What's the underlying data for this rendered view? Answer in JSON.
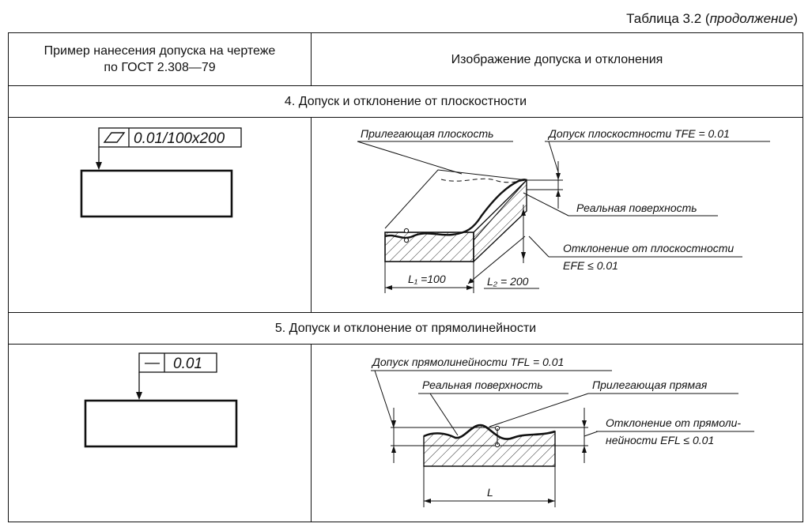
{
  "caption": {
    "prefix": "Таблица 3.2 (",
    "italic": "продолжение",
    "suffix": ")"
  },
  "table": {
    "col1_header_line1": "Пример нанесения допуска на чертеже",
    "col1_header_line2": "по ГОСТ 2.308—79",
    "col2_header": "Изображение допуска и отклонения",
    "sections": [
      {
        "title": "4. Допуск и отклонение от плоскостности",
        "tolerance_frame": {
          "value": "0.01/100x200"
        },
        "labels": {
          "adjacent": "Прилегающая плоскость",
          "tolerance": "Допуск плоскостности TFE = 0.01",
          "real": "Реальная поверхность",
          "deviation_line1": "Отклонение от плоскостности",
          "deviation_line2": "EFE ≤ 0.01",
          "l1": "L₁ =100",
          "l2": "L₂ = 200"
        }
      },
      {
        "title": "5. Допуск и отклонение от прямолинейности",
        "tolerance_frame": {
          "symbol": "—",
          "value": "0.01"
        },
        "labels": {
          "tolerance": "Допуск прямолинейности TFL = 0.01",
          "real": "Реальная поверхность",
          "adjacent": "Прилегающая прямая",
          "deviation_line1": "Отклонение от прямоли-",
          "deviation_line2": "нейности EFL ≤ 0.01",
          "l": "L"
        }
      }
    ]
  }
}
